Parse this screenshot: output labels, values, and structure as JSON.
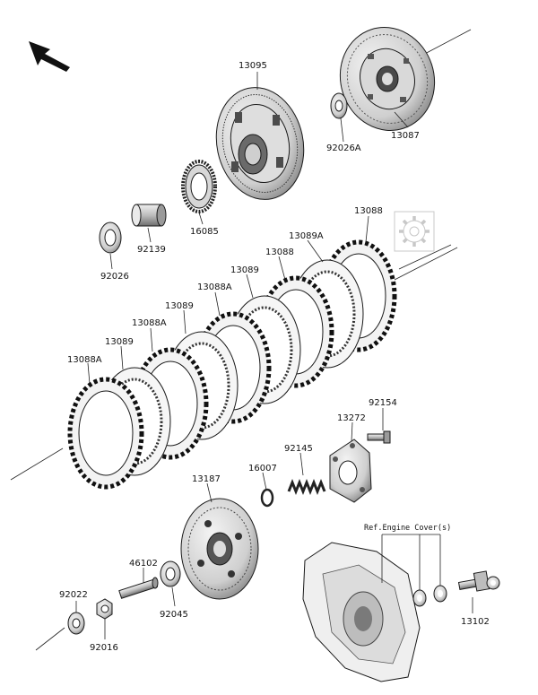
{
  "colors": {
    "line": "#1a1a1a",
    "metal_light": "#e6e6e6",
    "metal_mid": "#bdbdbd",
    "metal_dark": "#5a5a5a",
    "watermark": "#c8c8c8"
  },
  "icons": {
    "direction_arrow": "arrow-up-left-icon",
    "watermark": "gear-icon"
  },
  "parts": [
    {
      "id": "13095",
      "label": "13095"
    },
    {
      "id": "13087",
      "label": "13087"
    },
    {
      "id": "92026A",
      "label": "92026A"
    },
    {
      "id": "16085",
      "label": "16085"
    },
    {
      "id": "92139",
      "label": "92139"
    },
    {
      "id": "92026",
      "label": "92026"
    },
    {
      "id": "13088-top",
      "label": "13088"
    },
    {
      "id": "13089A",
      "label": "13089A"
    },
    {
      "id": "13088-b",
      "label": "13088"
    },
    {
      "id": "13089-a",
      "label": "13089"
    },
    {
      "id": "13088A-a",
      "label": "13088A"
    },
    {
      "id": "13089-b",
      "label": "13089"
    },
    {
      "id": "13088A-b",
      "label": "13088A"
    },
    {
      "id": "13089-c",
      "label": "13089"
    },
    {
      "id": "13088A-c",
      "label": "13088A"
    },
    {
      "id": "92154",
      "label": "92154"
    },
    {
      "id": "13272",
      "label": "13272"
    },
    {
      "id": "92145",
      "label": "92145"
    },
    {
      "id": "16007",
      "label": "16007"
    },
    {
      "id": "13187",
      "label": "13187"
    },
    {
      "id": "46102",
      "label": "46102"
    },
    {
      "id": "92045",
      "label": "92045"
    },
    {
      "id": "92022",
      "label": "92022"
    },
    {
      "id": "92016",
      "label": "92016"
    },
    {
      "id": "13102",
      "label": "13102"
    }
  ],
  "reference_note": "Ref.Engine Cover(s)"
}
